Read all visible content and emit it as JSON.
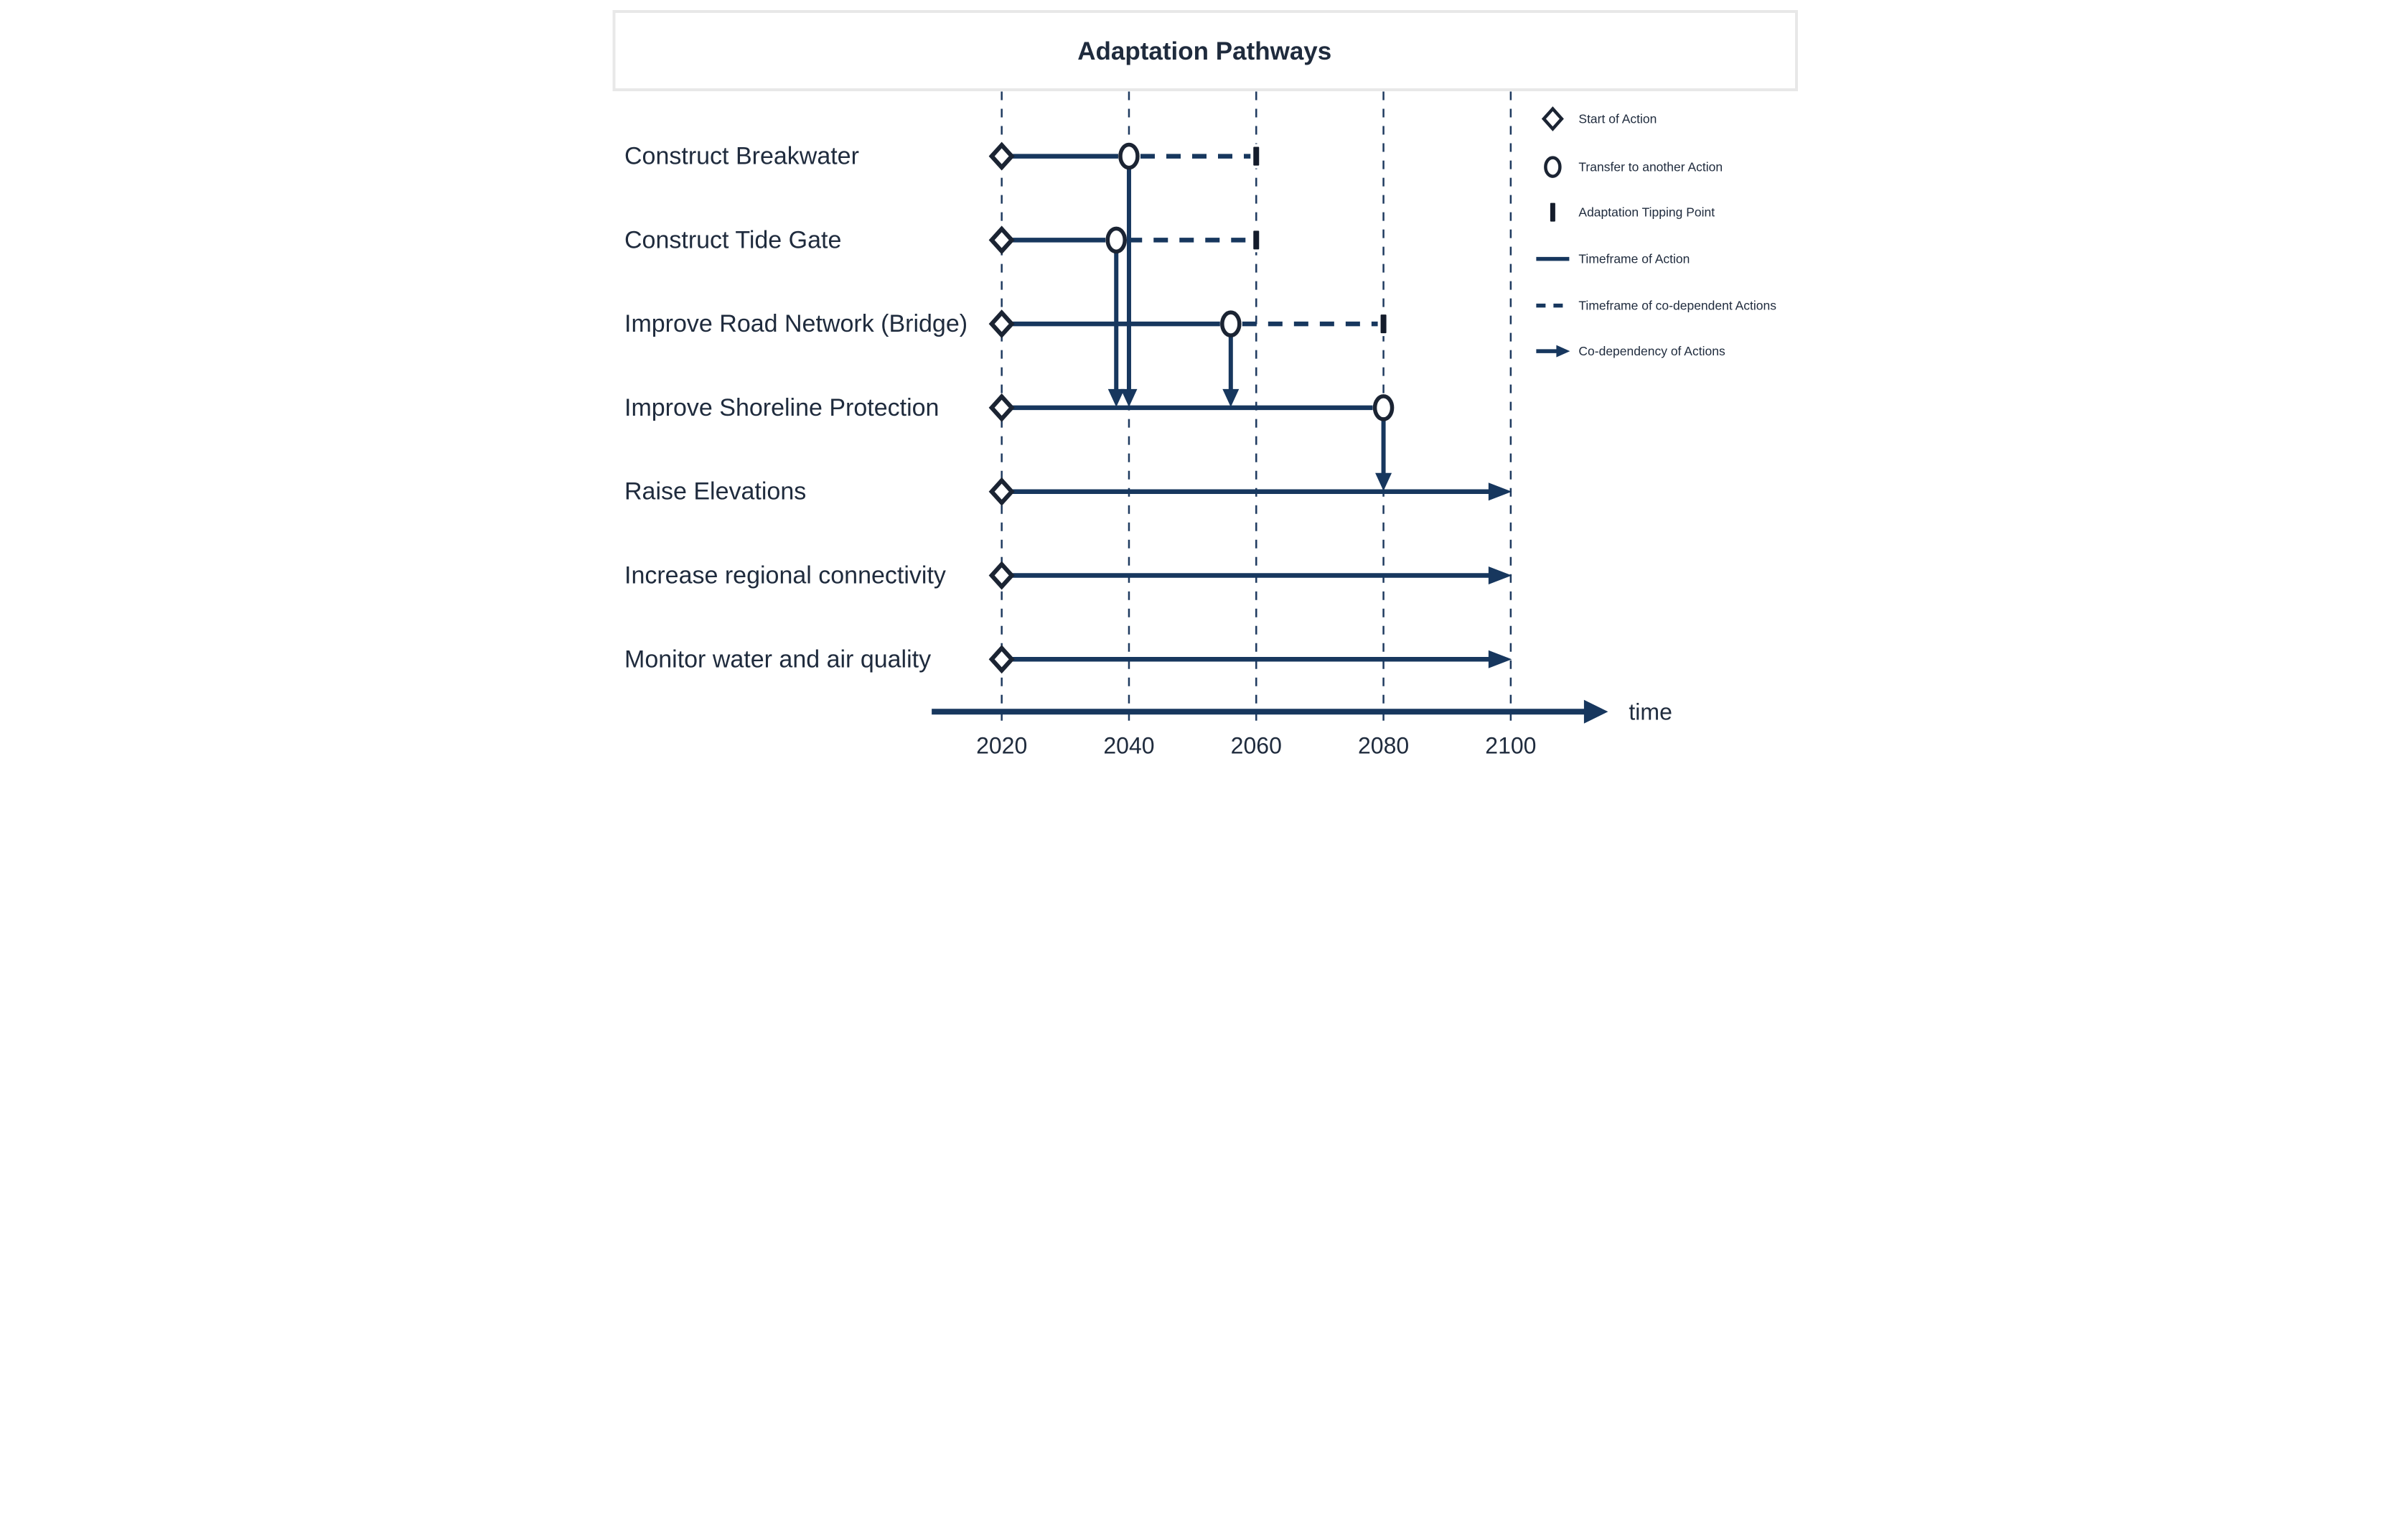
{
  "title": "Adaptation Pathways",
  "colors": {
    "line_navy": "#17375e",
    "marker_stroke": "#1b2433",
    "tipping_bar": "#141c2b",
    "text_dark": "#1f2b3d",
    "gridline": "#1e3a5f",
    "title_border": "#e8e8e8",
    "background": "#ffffff"
  },
  "legend": {
    "items": [
      {
        "icon": "diamond",
        "label": "Start of Action"
      },
      {
        "icon": "circle",
        "label": "Transfer to another Action"
      },
      {
        "icon": "bar",
        "label": "Adaptation Tipping Point"
      },
      {
        "icon": "solid-line",
        "label": "Timeframe of Action"
      },
      {
        "icon": "dashed-line",
        "label": "Timeframe of co-dependent Actions"
      },
      {
        "icon": "arrow",
        "label": "Co-dependency of Actions"
      }
    ]
  },
  "time_axis": {
    "label": "time",
    "ticks": [
      2020,
      2040,
      2060,
      2080,
      2100
    ]
  },
  "chart_data": {
    "type": "timeline",
    "title": "Adaptation Pathways",
    "xlabel": "time",
    "x_ticks": [
      2020,
      2040,
      2060,
      2080,
      2100
    ],
    "x_range": [
      2009,
      2112
    ],
    "grid": "dashed-vertical",
    "legend_position": "top-right",
    "legend": [
      "Start of Action",
      "Transfer to another Action",
      "Adaptation Tipping Point",
      "Timeframe of Action",
      "Timeframe of co-dependent Actions",
      "Co-dependency of Actions"
    ],
    "actions": [
      {
        "name": "Construct Breakwater",
        "start": 2020,
        "timeframe_end": 2040,
        "transfer_at": 2040,
        "transfer_to": "Improve Shoreline Protection",
        "codependent_until": 2060,
        "tipping_point": 2060
      },
      {
        "name": "Construct Tide Gate",
        "start": 2020,
        "timeframe_end": 2038,
        "transfer_at": 2038,
        "transfer_to": "Improve Shoreline Protection",
        "codependent_until": 2060,
        "tipping_point": 2060
      },
      {
        "name": "Improve Road Network (Bridge)",
        "start": 2020,
        "timeframe_end": 2056,
        "transfer_at": 2056,
        "transfer_to": "Improve Shoreline Protection",
        "codependent_until": 2080,
        "tipping_point": 2080
      },
      {
        "name": "Improve Shoreline Protection",
        "start": 2020,
        "timeframe_end": 2080,
        "transfer_at": 2080,
        "transfer_to": "Raise Elevations"
      },
      {
        "name": "Raise Elevations",
        "start": 2020,
        "timeframe_end": 2100,
        "continues_beyond": true
      },
      {
        "name": "Increase regional connectivity",
        "start": 2020,
        "timeframe_end": 2100,
        "continues_beyond": true
      },
      {
        "name": "Monitor water and air quality",
        "start": 2020,
        "timeframe_end": 2100,
        "continues_beyond": true
      }
    ]
  }
}
